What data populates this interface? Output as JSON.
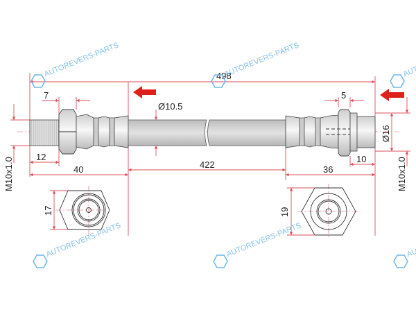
{
  "drawing": {
    "dimensions": {
      "overall_length": "498",
      "left_nut_offset": "7",
      "tube_diameter": "Ø10.5",
      "right_hex_width": "5",
      "right_diameter": "Ø16",
      "thread_length": "12",
      "left_fitting_length": "40",
      "hose_length": "422",
      "right_fitting_length": "36",
      "right_nut_length": "10",
      "left_thread": "M10x1.0",
      "right_thread": "M10x1.0",
      "left_hex_size": "17",
      "right_hex_size": "19"
    },
    "arrow_color": "#e0201b",
    "dimension_color": "#d9505a",
    "watermark": "AUTOREVERS-PARTS"
  }
}
